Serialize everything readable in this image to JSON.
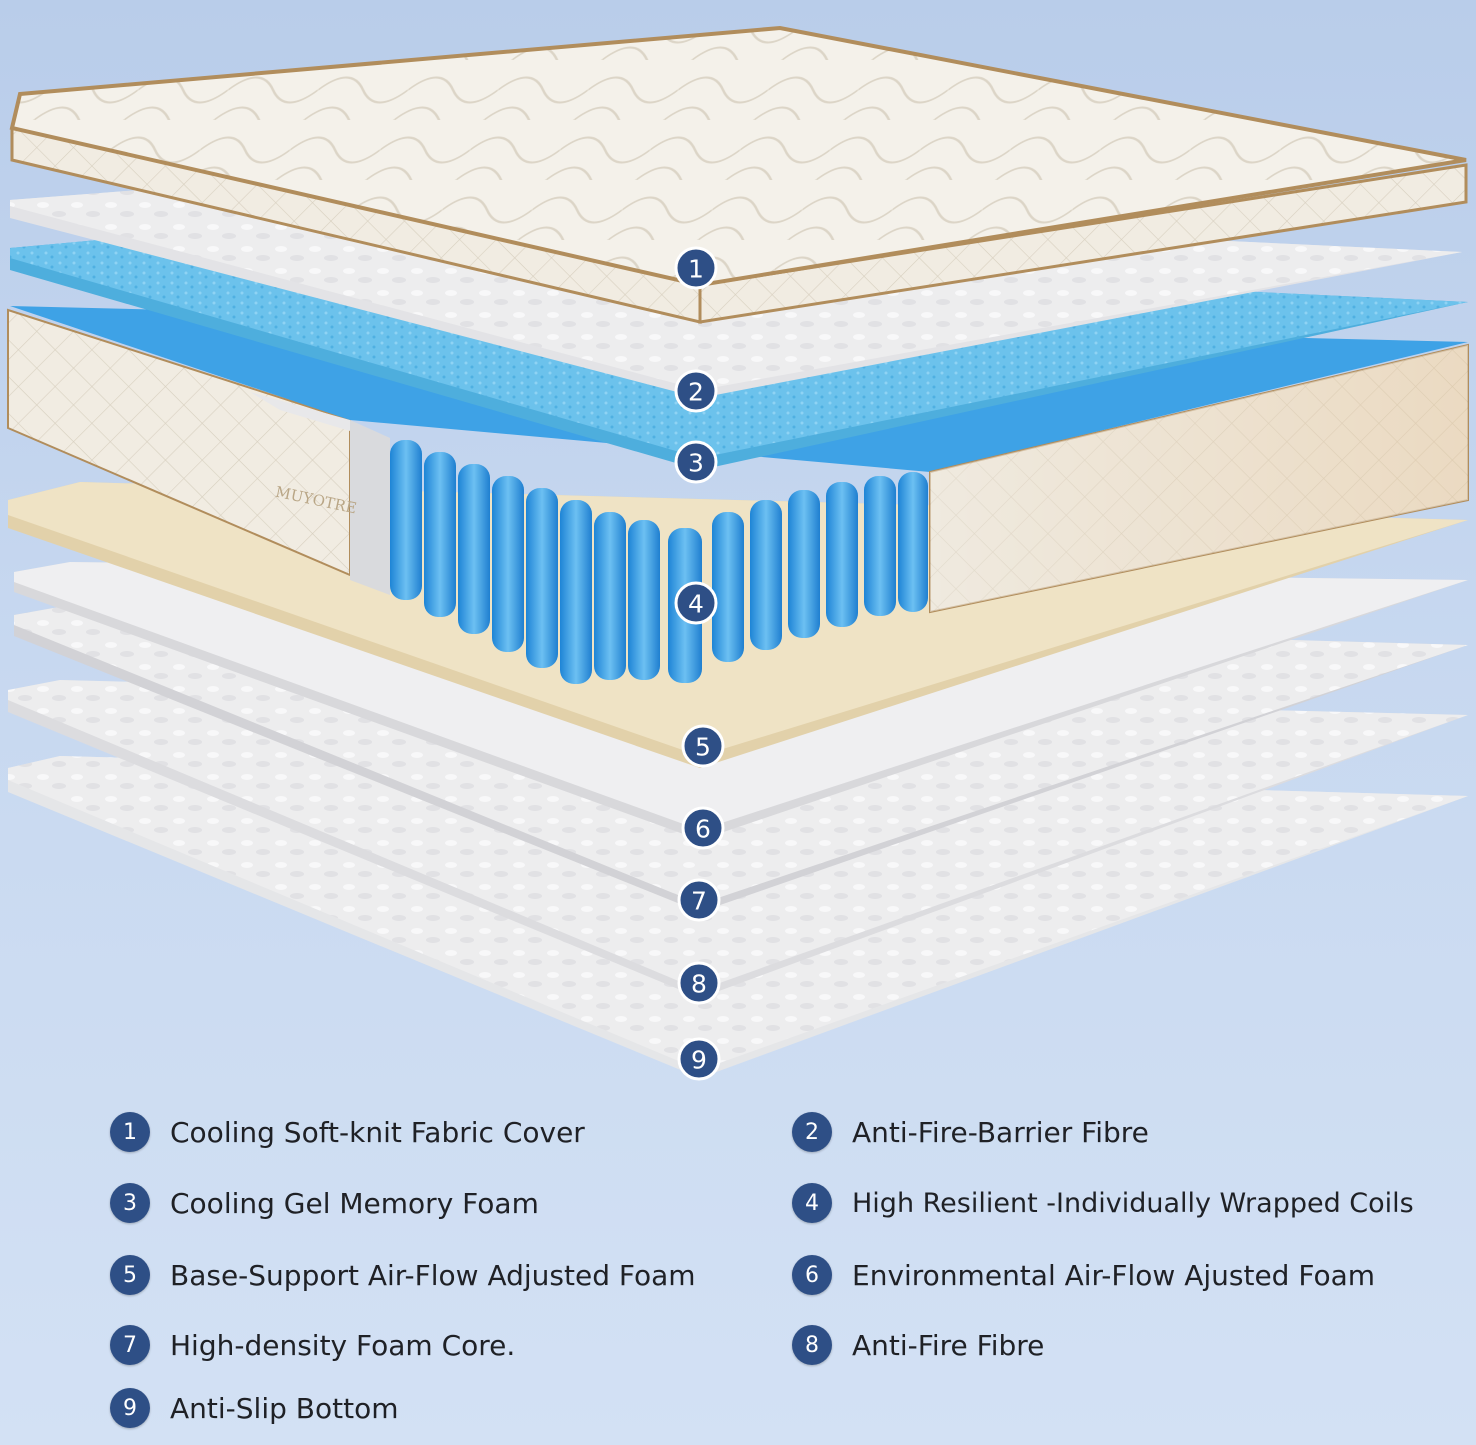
{
  "brand_logo_text": "MUYOTRE",
  "colors": {
    "badge": "#2e4f86",
    "gel_foam": "#6cc2ec",
    "coil": "#3ea2e6",
    "cover": "#f3efe6",
    "trim": "#b18d5c",
    "base_foam": "#efe3c5"
  },
  "badges": [
    "1",
    "2",
    "3",
    "4",
    "5",
    "6",
    "7",
    "8",
    "9"
  ],
  "legend": [
    {
      "num": "1",
      "label": "Cooling Soft-knit Fabric Cover"
    },
    {
      "num": "2",
      "label": "Anti-Fire-Barrier Fibre"
    },
    {
      "num": "3",
      "label": "Cooling Gel Memory Foam"
    },
    {
      "num": "4",
      "label": "High Resilient -Individually Wrapped Coils"
    },
    {
      "num": "5",
      "label": "Base-Support Air-Flow Adjusted Foam"
    },
    {
      "num": "6",
      "label": "Environmental Air-Flow Ajusted Foam"
    },
    {
      "num": "7",
      "label": "High-density Foam Core."
    },
    {
      "num": "8",
      "label": "Anti-Fire Fibre"
    },
    {
      "num": "9",
      "label": "Anti-Slip Bottom"
    }
  ]
}
